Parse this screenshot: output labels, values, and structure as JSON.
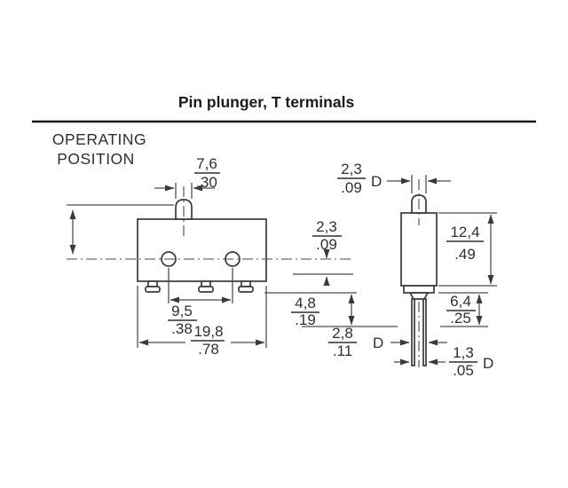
{
  "colors": {
    "background": "#ffffff",
    "ink": "#2f2f2f",
    "line": "#4a4a4a"
  },
  "header": {
    "title": "Pin plunger, T terminals"
  },
  "drawing": {
    "operating_position": {
      "line1": "OPERATING",
      "line2": "POSITION"
    },
    "dims": {
      "plunger_width": {
        "mm": "7,6",
        "in": ".30"
      },
      "plunger_pin_dia": {
        "mm": "2,3",
        "in": ".09",
        "d": "D"
      },
      "pretravel": {
        "mm": "2,3",
        "in": ".09"
      },
      "body_height": {
        "mm": "12,4",
        "in": ".49"
      },
      "hole_spacing": {
        "mm": "9,5",
        "in": ".38"
      },
      "body_length": {
        "mm": "19,8",
        "in": ".78"
      },
      "terminal_length": {
        "mm": "4,8",
        "in": ".19"
      },
      "boss_dia": {
        "mm": "2,8",
        "in": ".11",
        "d": "D"
      },
      "base_depth": {
        "mm": "6,4",
        "in": ".25"
      },
      "pin_dia": {
        "mm": "1,3",
        "in": ".05",
        "d": "D"
      }
    }
  }
}
